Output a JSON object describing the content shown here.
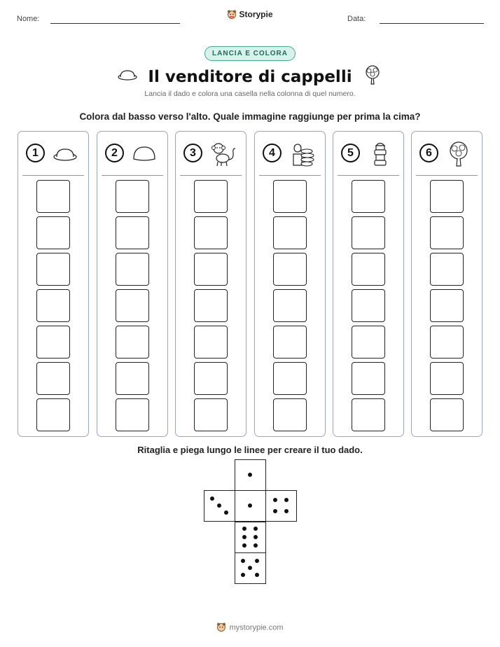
{
  "header": {
    "name_label": "Nome:",
    "date_label": "Data:",
    "brand": "Storypie"
  },
  "badge": "LANCIA E COLORA",
  "title": "Il venditore di cappelli",
  "title_icons": {
    "left": "cap-icon",
    "right": "tree-icon"
  },
  "subtitle": "Lancia il dado e colora una casella nella colonna di quel numero.",
  "instruction": "Colora dal basso verso l'alto. Quale immagine raggiunge per prima la cima?",
  "columns": [
    {
      "number": "1",
      "icon": "cap-icon"
    },
    {
      "number": "2",
      "icon": "round-hat-icon"
    },
    {
      "number": "3",
      "icon": "monkey-icon"
    },
    {
      "number": "4",
      "icon": "hat-seller-icon"
    },
    {
      "number": "5",
      "icon": "stacked-hats-icon"
    },
    {
      "number": "6",
      "icon": "tree-icon"
    }
  ],
  "boxes_per_column": 7,
  "cut_instruction": "Ritaglia e piega lungo le linee per creare il tuo dado.",
  "dice_faces": [
    1,
    3,
    1,
    4,
    6,
    5
  ],
  "footer": "mystorypie.com",
  "colors": {
    "badge_border": "#3fa88e",
    "badge_bg": "#d8f1ea",
    "column_border": "#9aa6bd"
  }
}
